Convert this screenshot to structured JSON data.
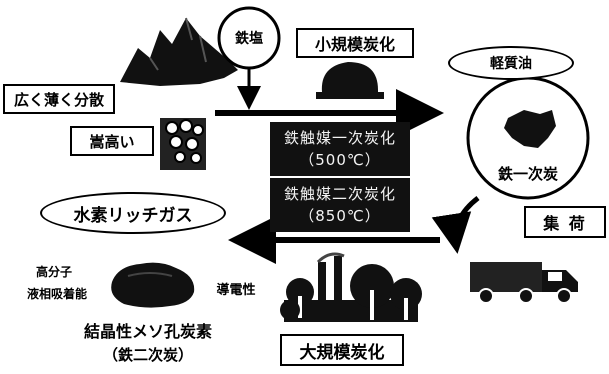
{
  "labels": {
    "spread": "広く薄く分散",
    "bulky": "嵩高い",
    "iron_salt": "鉄塩",
    "small_scale": "小規模炭化",
    "light_oil": "軽質油",
    "primary_process_line1": "鉄触媒一次炭化",
    "primary_process_line2": "（500℃）",
    "secondary_process_line1": "鉄触媒二次炭化",
    "secondary_process_line2": "（850℃）",
    "iron_primary": "鉄一次炭",
    "hydrogen_gas": "水素リッチガス",
    "collect": "集 荷",
    "polymer": "高分子",
    "liquid_adsorption": "液相吸着能",
    "conductivity": "導電性",
    "mesoporous_carbon": "結晶性メソ孔炭素",
    "iron_secondary": "（鉄二次炭）",
    "large_scale": "大規模炭化"
  },
  "icons": {
    "biomass_pile": "biomass-pile-icon",
    "logs": "log-bundle-icon",
    "small_kiln": "small-kiln-icon",
    "charcoal_lump": "charcoal-lump-icon",
    "truck": "truck-icon",
    "factory": "factory-icon",
    "carbon_product": "carbon-product-icon"
  }
}
